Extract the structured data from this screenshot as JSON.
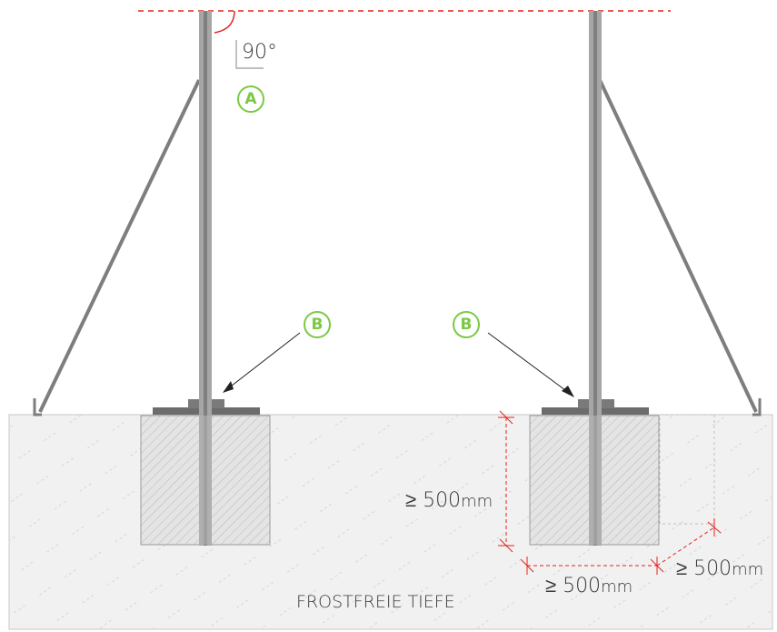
{
  "angle": {
    "label": "90°"
  },
  "markers": {
    "a": "A",
    "b_left": "B",
    "b_right": "B"
  },
  "dimensions": {
    "depth_value": "≥ 500",
    "depth_unit": "mm",
    "width_value": "≥ 500",
    "width_unit": "mm",
    "length_value": "≥ 500",
    "length_unit": "mm"
  },
  "ground": {
    "label": "FROSTFREIE TIEFE"
  },
  "colors": {
    "marker_green": "#7ac943",
    "dimension_red": "#e2231a",
    "post_grey": "#8a8a8a",
    "ground_fill": "#f1f1f1"
  }
}
